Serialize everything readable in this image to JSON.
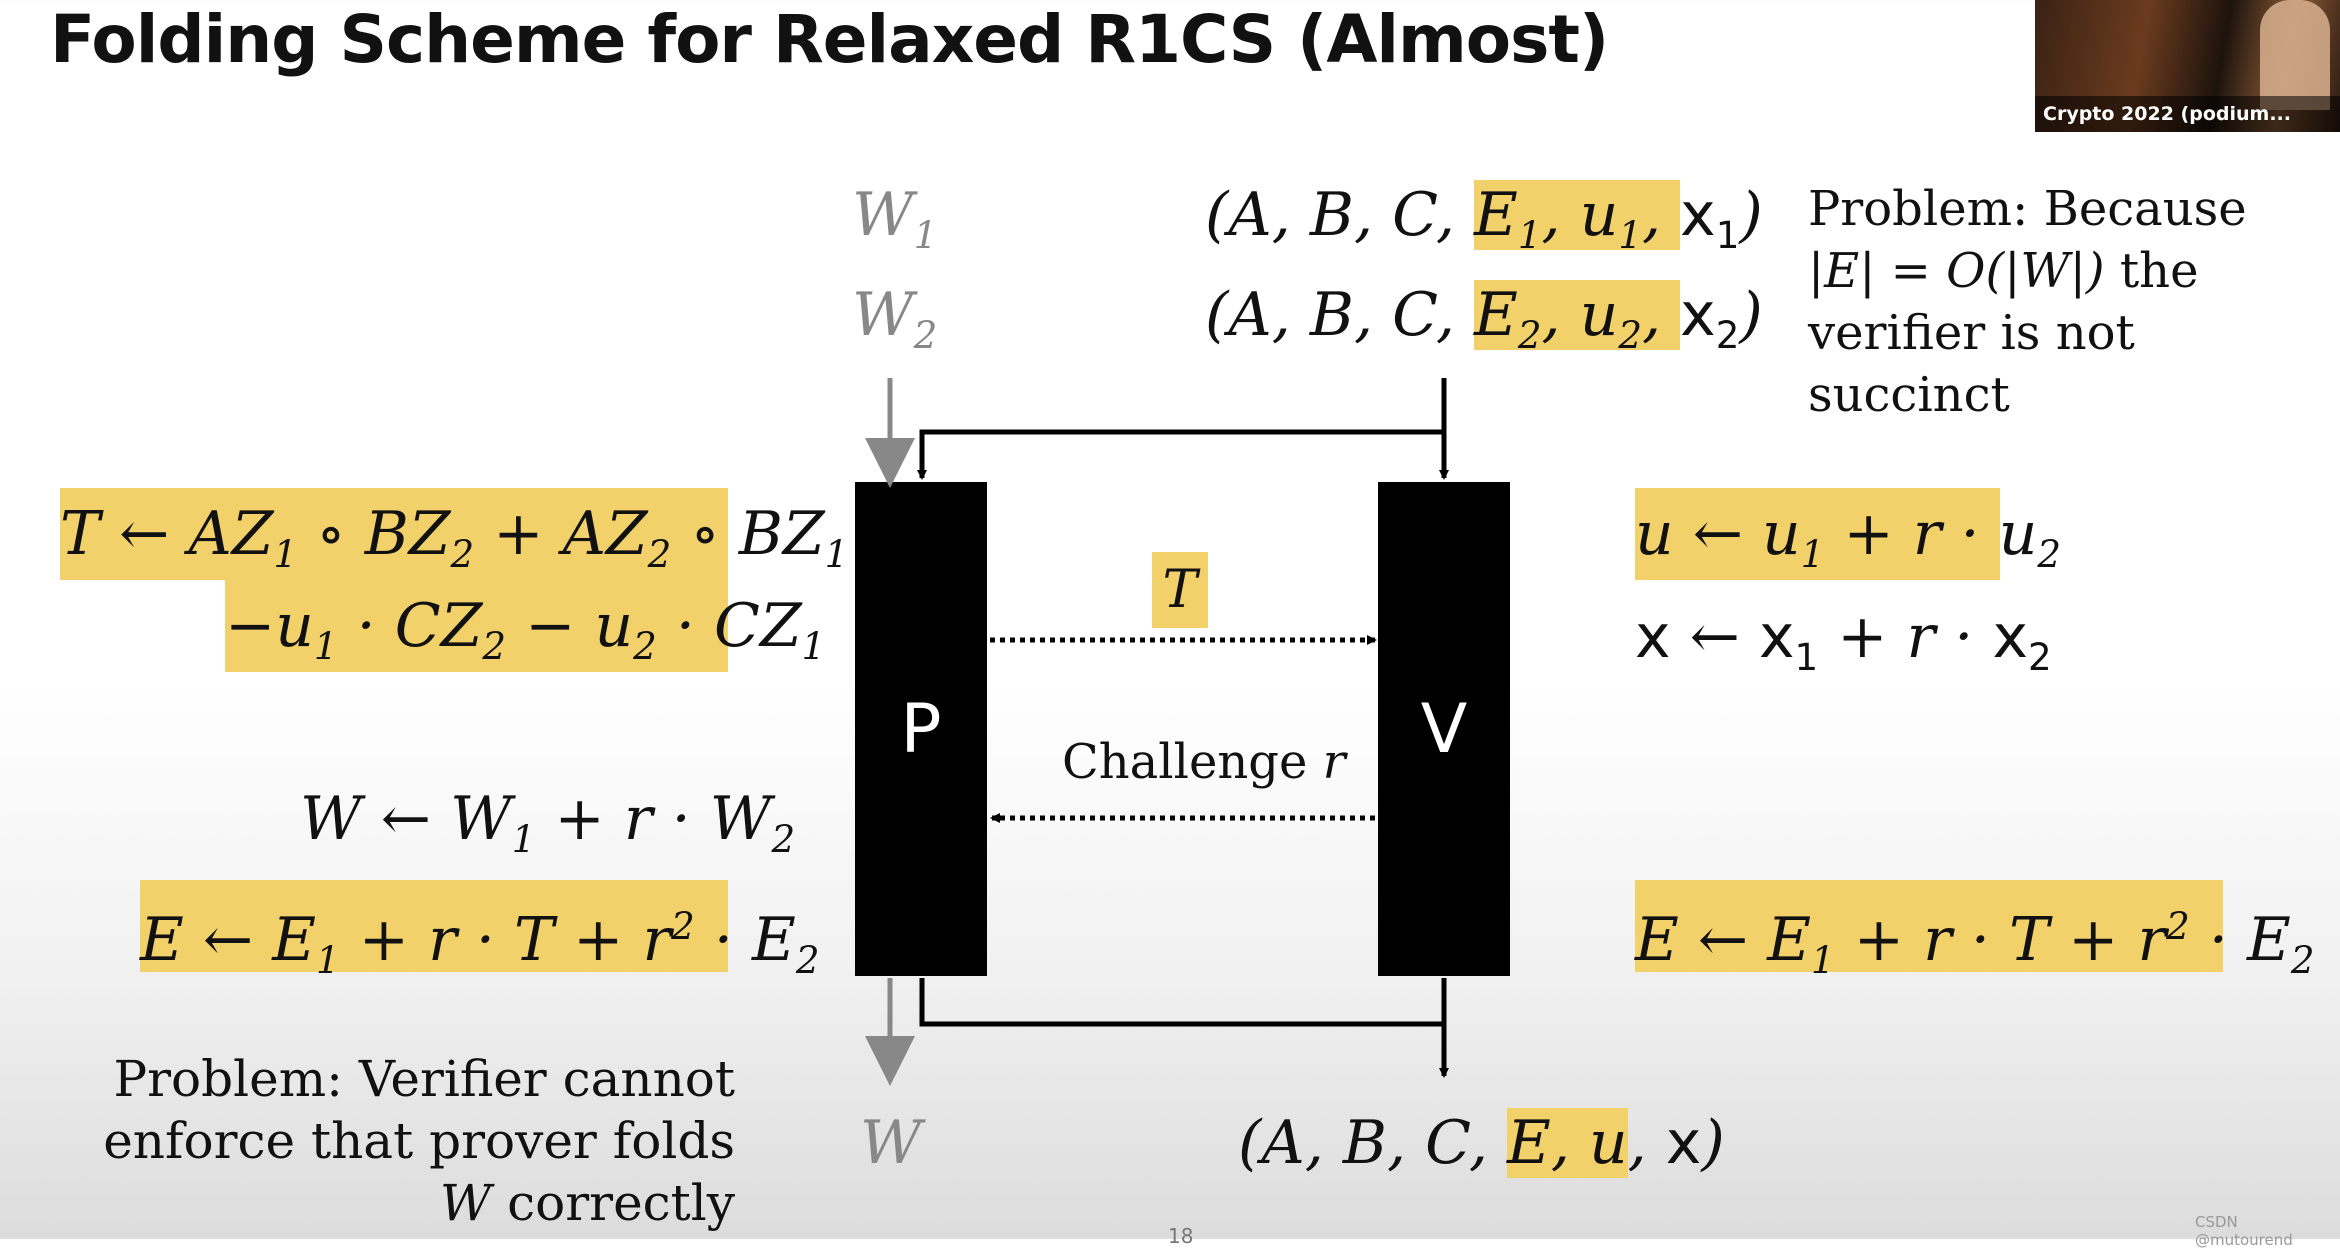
{
  "slide": {
    "title": "Folding Scheme for Relaxed R1CS (Almost)",
    "highlight_color": "#f2d16b",
    "box_color": "#000000",
    "prover_label": "P",
    "verifier_label": "V",
    "top_left": {
      "w1_base": "W",
      "w1_sub": "1",
      "w2_base": "W",
      "w2_sub": "2"
    },
    "instance1": {
      "open": "(A, B, C, ",
      "e": "E",
      "e_sub": "1",
      "comma1": ", ",
      "u": "u",
      "u_sub": "1",
      "comma2": ", ",
      "x": "x",
      "x_sub": "1",
      "close": ")"
    },
    "instance2": {
      "open": "(A, B, C, ",
      "e": "E",
      "e_sub": "2",
      "comma1": ", ",
      "u": "u",
      "u_sub": "2",
      "comma2": ", ",
      "x": "x",
      "x_sub": "2",
      "close": ")"
    },
    "problem_top": {
      "line1": "Problem: Because",
      "line2_math": "|E| = O(|W|)",
      "line2_text": " the",
      "line3": "verifier is not succinct"
    },
    "message_T": "T",
    "challenge_text": "Challenge ",
    "challenge_var": "r",
    "output_witness": "W",
    "output_instance": {
      "open": "(A, B, C, ",
      "eu": "E, u",
      "comma": ", ",
      "x": "x",
      "close": ")"
    },
    "problem_bottom": {
      "line1": "Problem: Verifier cannot",
      "line2": "enforce that prover folds",
      "line3_var": "W",
      "line3_text": " correctly"
    },
    "camera_label": "Crypto 2022 (podium...",
    "page_number": "18",
    "watermark": "CSDN @mutourend"
  }
}
